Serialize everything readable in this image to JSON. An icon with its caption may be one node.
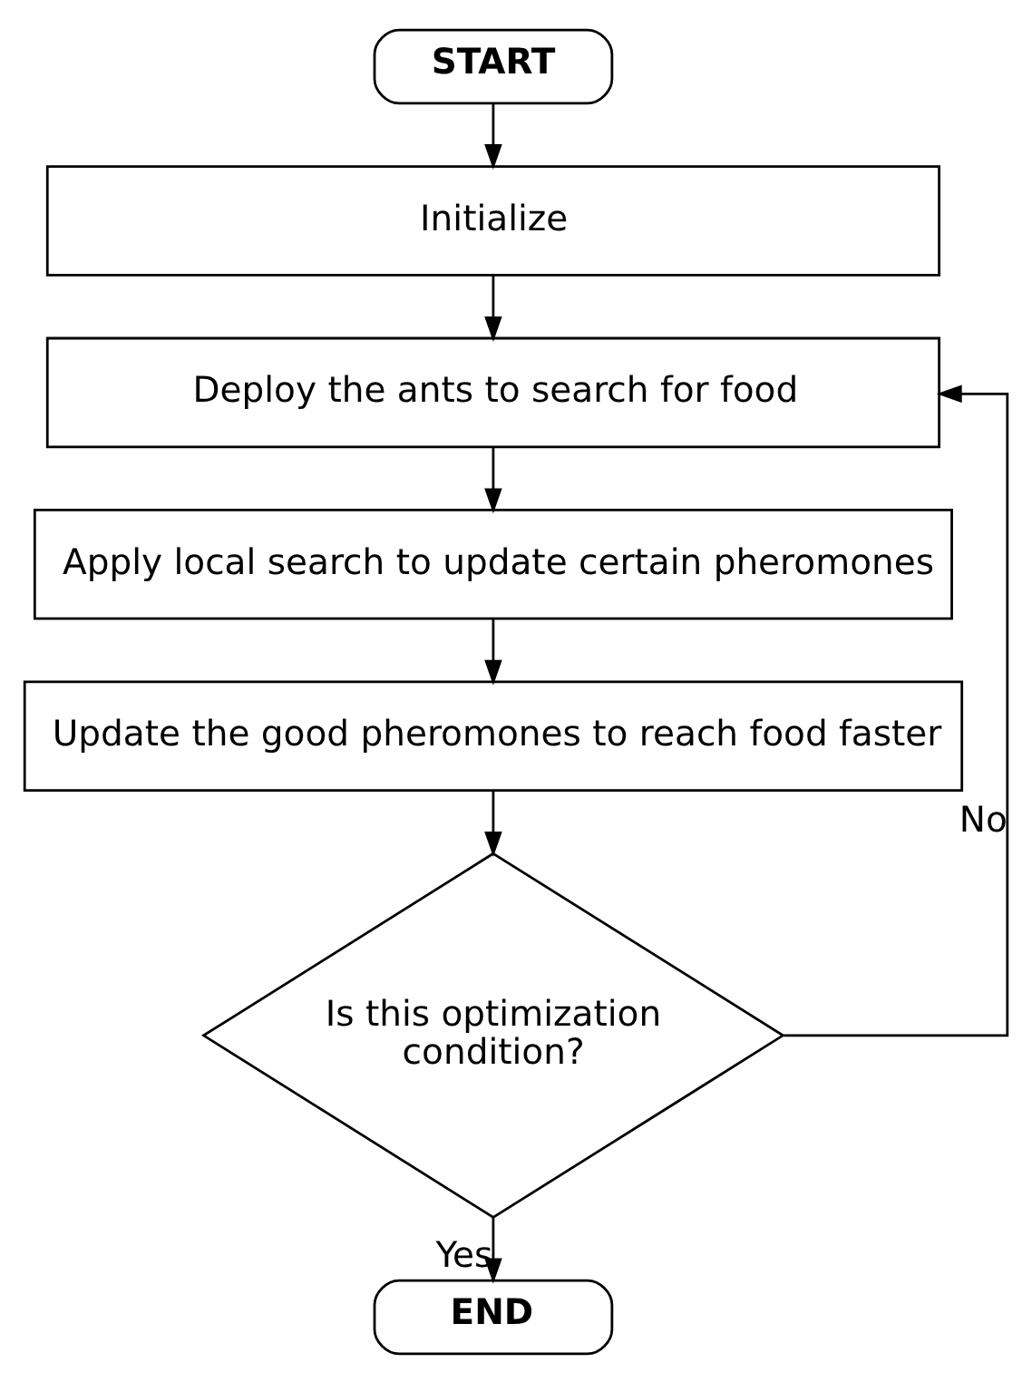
{
  "diagram": {
    "nodes": [
      {
        "text": [
          "START"
        ]
      },
      {
        "text": [
          "Initialize"
        ]
      },
      {
        "text": [
          "Deploy the ants to search for food"
        ]
      },
      {
        "text": [
          "Apply local search to update certain pheromones"
        ]
      },
      {
        "text": [
          "Update the good pheromones to reach food faster"
        ]
      },
      {
        "text": [
          "Is this optimization condition?"
        ]
      },
      {
        "text": [
          "END"
        ]
      }
    ],
    "edges": [
      {
        "from": 0,
        "to": 1,
        "arrow": "to"
      },
      {
        "from": 1,
        "to": 2,
        "arrow": "to"
      },
      {
        "from": 2,
        "to": 3,
        "arrow": "to"
      },
      {
        "from": 3,
        "to": 4,
        "arrow": "to"
      },
      {
        "from": 4,
        "to": 5,
        "arrow": "to"
      },
      {
        "from": 5,
        "to": 2,
        "arrow": "to",
        "label": "No"
      },
      {
        "from": 5,
        "to": 6,
        "arrow": "to",
        "label": "Yes"
      }
    ]
  }
}
